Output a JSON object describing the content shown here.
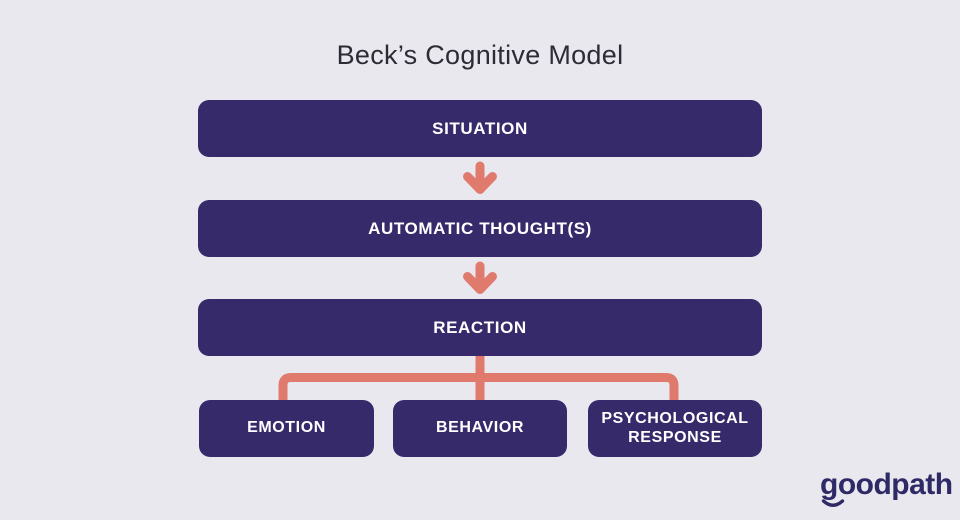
{
  "title": "Beck’s Cognitive Model",
  "colors": {
    "background": "#e9e8ef",
    "node_fill": "#372a6b",
    "node_text": "#ffffff",
    "accent_coral": "#e07a6d",
    "title_text": "#2d2b35",
    "logo_text": "#2e2a66"
  },
  "diagram": {
    "nodes": [
      {
        "id": "situation",
        "label": "SITUATION"
      },
      {
        "id": "automatic-thoughts",
        "label": "AUTOMATIC THOUGHT(S)"
      },
      {
        "id": "reaction",
        "label": "REACTION"
      },
      {
        "id": "emotion",
        "label": "EMOTION"
      },
      {
        "id": "behavior",
        "label": "BEHAVIOR"
      },
      {
        "id": "psychological-response",
        "label": "PSYCHOLOGICAL RESPONSE"
      }
    ],
    "edges": [
      {
        "from": "situation",
        "to": "automatic-thoughts",
        "type": "arrow-down"
      },
      {
        "from": "automatic-thoughts",
        "to": "reaction",
        "type": "arrow-down"
      },
      {
        "from": "reaction",
        "to": "emotion",
        "type": "branch-line"
      },
      {
        "from": "reaction",
        "to": "behavior",
        "type": "branch-line"
      },
      {
        "from": "reaction",
        "to": "psychological-response",
        "type": "branch-line"
      }
    ]
  },
  "logo": {
    "text": "goodpath"
  }
}
